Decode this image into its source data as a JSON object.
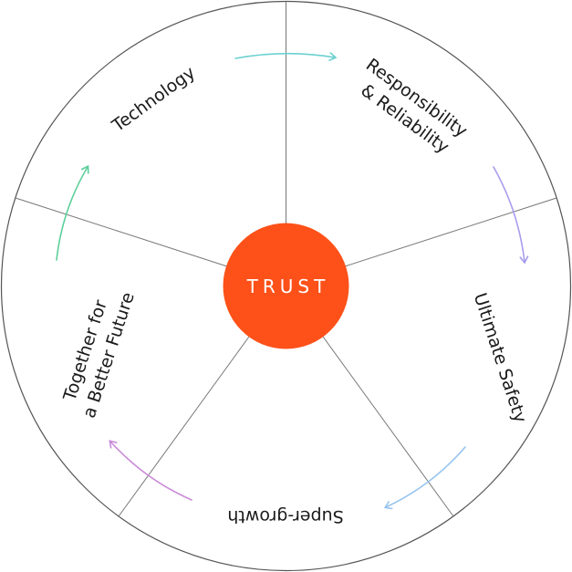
{
  "center": {
    "label": "TRUST",
    "color": "#fd5119"
  },
  "segments": [
    {
      "id": "technology",
      "lines": [
        "Technology"
      ],
      "arrow_color": "#6cd0d0"
    },
    {
      "id": "responsibility",
      "lines": [
        "Responsibility",
        "& Reliability"
      ],
      "arrow_color": "#a79ded"
    },
    {
      "id": "ultimate-safety",
      "lines": [
        "Ultimate Safety"
      ],
      "arrow_color": "#98c5f0"
    },
    {
      "id": "super-growth",
      "lines": [
        "Super-growth"
      ],
      "arrow_color": "#c98ad8"
    },
    {
      "id": "together",
      "lines": [
        "Together for",
        "a Better Future"
      ],
      "arrow_color": "#5ccf9a"
    }
  ],
  "colors": {
    "outline": "#555555",
    "divider": "#777777",
    "text": "#1a1a1a"
  }
}
